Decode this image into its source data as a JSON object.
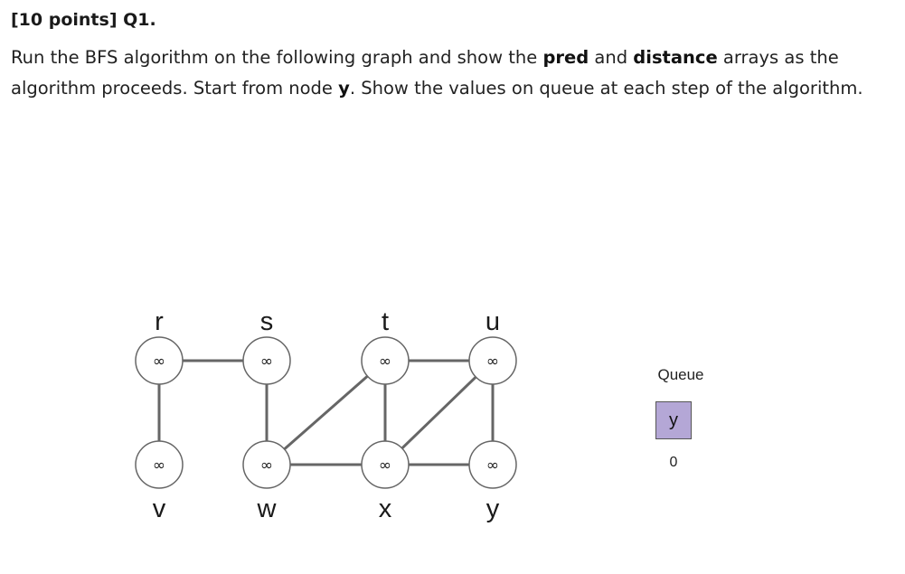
{
  "question": {
    "heading": "[10 points] Q1.",
    "text_1": "Run the BFS algorithm on the following graph and show the ",
    "bold_pred": "pred",
    "text_2": " and ",
    "bold_distance": "distance",
    "text_3": " arrays as the algorithm proceeds. Start from node ",
    "bold_start": "y",
    "text_4": ". Show the values on queue at each step of the algorithm."
  },
  "graph": {
    "nodes": [
      {
        "id": "r",
        "label": "r",
        "distance": "∞",
        "row": "top",
        "col": 0
      },
      {
        "id": "s",
        "label": "s",
        "distance": "∞",
        "row": "top",
        "col": 1
      },
      {
        "id": "t",
        "label": "t",
        "distance": "∞",
        "row": "top",
        "col": 2
      },
      {
        "id": "u",
        "label": "u",
        "distance": "∞",
        "row": "top",
        "col": 3
      },
      {
        "id": "v",
        "label": "v",
        "distance": "∞",
        "row": "bottom",
        "col": 0
      },
      {
        "id": "w",
        "label": "w",
        "distance": "∞",
        "row": "bottom",
        "col": 1
      },
      {
        "id": "x",
        "label": "x",
        "distance": "∞",
        "row": "bottom",
        "col": 2
      },
      {
        "id": "y",
        "label": "y",
        "distance": "∞",
        "row": "bottom",
        "col": 3
      }
    ],
    "edges": [
      [
        "r",
        "s"
      ],
      [
        "r",
        "v"
      ],
      [
        "s",
        "w"
      ],
      [
        "w",
        "t"
      ],
      [
        "w",
        "x"
      ],
      [
        "t",
        "u"
      ],
      [
        "t",
        "x"
      ],
      [
        "x",
        "u"
      ],
      [
        "x",
        "y"
      ],
      [
        "u",
        "y"
      ]
    ]
  },
  "queue": {
    "title": "Queue",
    "items": [
      {
        "node": "y",
        "distance": "0"
      }
    ],
    "item_color": "#b4a7d6"
  }
}
